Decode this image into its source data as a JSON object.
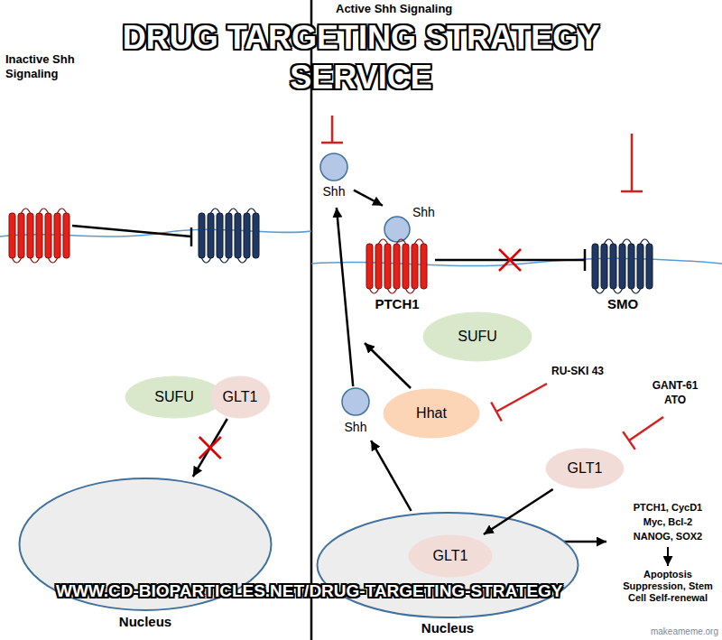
{
  "diagram": {
    "title": "DRUG TARGETING STRATEGY SERVICE",
    "caption": "WWW.CD-BIOPARTICLES.NET/DRUG-TARGETING-STRATEGY",
    "nodes": [
      {
        "text": [
          "SUFU"
        ]
      },
      {
        "text": [
          "GLT1"
        ]
      },
      {
        "text": [
          "Nucleus"
        ]
      },
      {
        "text": [
          "Shh"
        ]
      },
      {
        "text": [
          "Shh"
        ]
      },
      {
        "text": [
          "PTCH1"
        ]
      },
      {
        "text": [
          "SMO"
        ]
      },
      {
        "text": [
          "SUFU"
        ]
      },
      {
        "text": [
          "Hhat"
        ]
      },
      {
        "text": [
          "Shh"
        ]
      },
      {
        "text": [
          "GLT1"
        ]
      },
      {
        "text": [
          "Nucleus"
        ]
      },
      {
        "text": [
          "GLT1"
        ],
        "in": 11
      }
    ],
    "edges": [
      {
        "from": 3,
        "to": 4,
        "arrow": "to"
      },
      {
        "from": 5,
        "to": 6,
        "arrow": "none"
      },
      {
        "from": 9,
        "to": 3,
        "arrow": "to"
      },
      {
        "from": 11,
        "to": 9,
        "arrow": "to"
      },
      {
        "from": 10,
        "to": 12,
        "arrow": "to"
      },
      {
        "from": 1,
        "to": 2,
        "arrow": "to"
      }
    ],
    "labels": [
      "Inactive Shh Signaling",
      "Active Shh Signaling",
      "RU-SKI 43",
      "GANT-61",
      "ATO",
      "PTCH1, CycD1",
      "Myc, Bcl-2",
      "NANOG, SOX2",
      "Apoptosis Suppression, Stem Cell Self-renewal",
      "makeameme.org"
    ]
  }
}
